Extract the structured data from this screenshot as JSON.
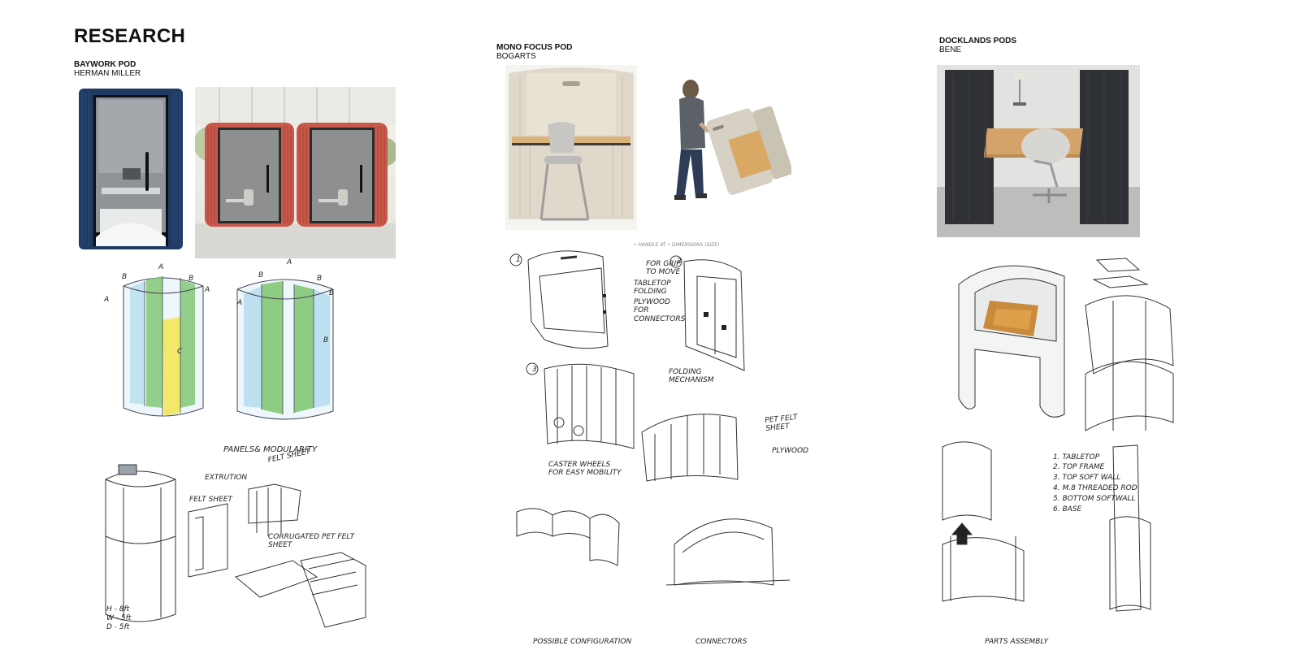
{
  "page": {
    "title": "RESEARCH"
  },
  "products": [
    {
      "name": "BAYWORK POD",
      "brand": "HERMAN MILLER"
    },
    {
      "name": "MONO FOCUS  POD",
      "brand": "BOGARTS"
    },
    {
      "name": "DOCKLANDS PODS",
      "brand": "BENE"
    }
  ],
  "sketch_notes": {
    "baywork": {
      "panel_letters": [
        "A",
        "B",
        "A",
        "B",
        "A",
        "B",
        "A",
        "B",
        "B",
        "C",
        "A",
        "B"
      ],
      "title": "PANELS& MODULARITY",
      "felt_sheet": "FELT SHEET",
      "extrusion": "EXTRUTION",
      "felt_sheet2": "FELT SHEET",
      "corrugated": "CORRUGATED PET FELT SHEET",
      "dims": [
        "H - 8ft",
        "W - 5ft",
        "D - 5ft"
      ]
    },
    "mono": {
      "n1": "1",
      "n2": "2",
      "n3": "3",
      "top_notes": "• HANDLE AT • DIMENSIONS (SIZE)",
      "grip": "FOR GRIP TO MOVE",
      "tabletop": "TABLETOP FOLDING",
      "plywood": "PLYWOOD FOR",
      "connectors": "CONNECTORS",
      "folding": "FOLDING MECHANISM",
      "pet_felt": "PET FELT SHEET",
      "plywood2": "PLYWOOD",
      "caster": "CASTER WHEELS FOR EASY MOBILITY",
      "possible": "POSSIBLE CONFIGURATION",
      "connectors2": "CONNECTORS"
    },
    "docklands": {
      "list": [
        "1. TABLETOP",
        "2. TOP FRAME",
        "3. TOP SOFT WALL",
        "4. M.8 THREADED ROD",
        "5. BOTTOM SOFTWALL",
        "6. BASE"
      ],
      "assembly": "PARTS ASSEMBLY"
    }
  },
  "colors": {
    "navy_pod": "#1f3a63",
    "coral_pod": "#c9574a",
    "beige_pod": "#e0d9cb",
    "charcoal_pod": "#2f3136",
    "sketch_green": "#7cc46e",
    "sketch_yellow": "#f2e96a",
    "sketch_blue": "#bfe0f0",
    "wood": "#c98a3c"
  }
}
